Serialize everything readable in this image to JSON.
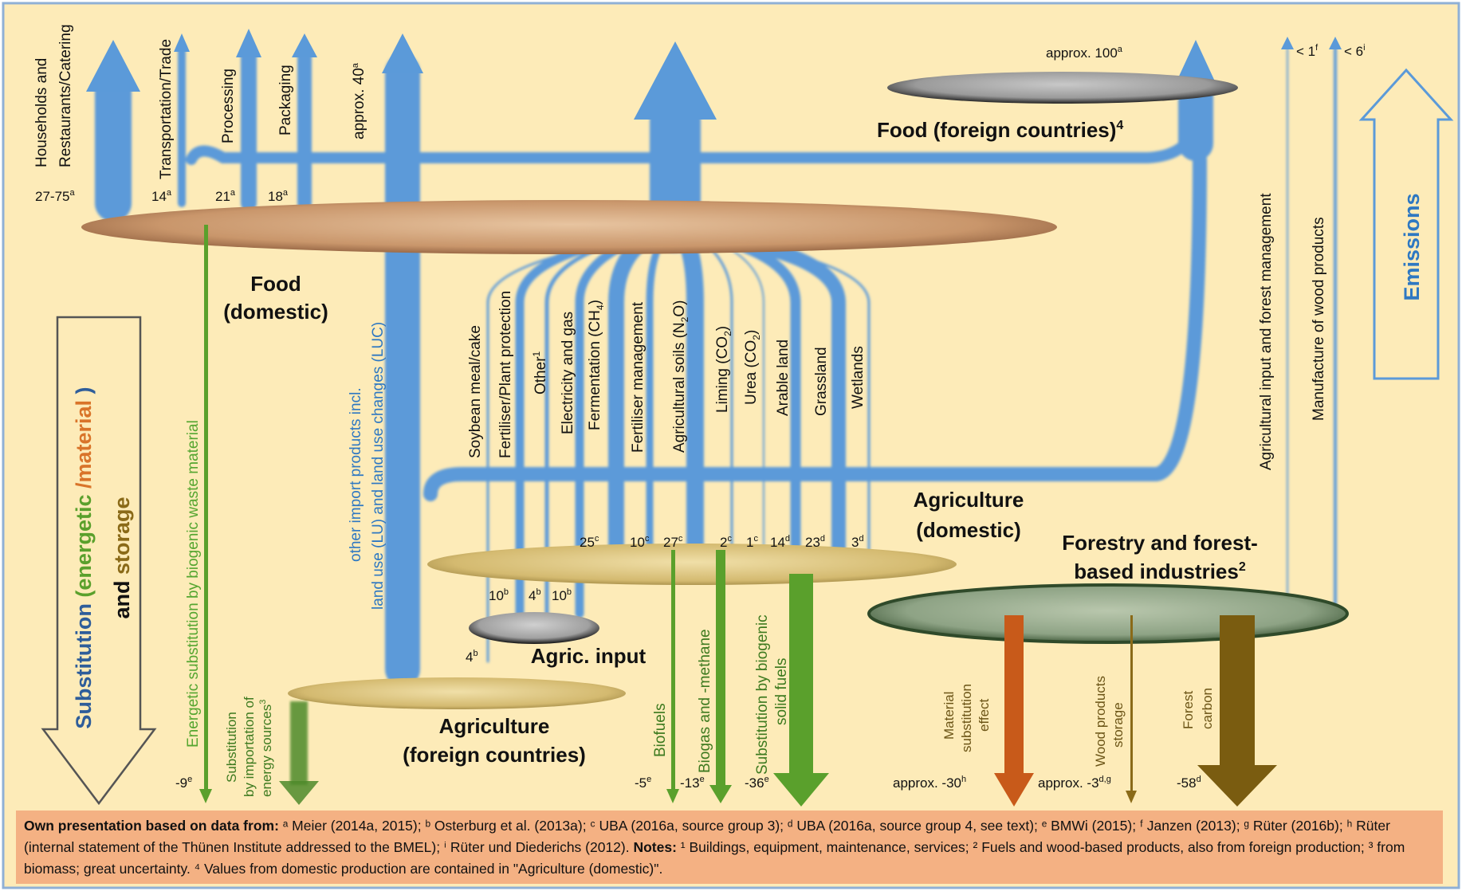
{
  "colors": {
    "background": "#fdebb8",
    "emission_blue": "#5b9ad9",
    "substitution_green": "#5aa02c",
    "orange_arrow": "#c85a1a",
    "brown_arrow": "#7a5c10",
    "food_plate": "#c9966b",
    "agri_plate": "#d8c07a",
    "forestry_plate": "#7a9a7a"
  },
  "sectors": {
    "food_domestic": [
      "Food",
      "(domestic)"
    ],
    "food_foreign": "Food (foreign countries)",
    "food_foreign_sup": "4",
    "agriculture_domestic": [
      "Agriculture",
      "(domestic)"
    ],
    "agriculture_foreign": [
      "Agriculture",
      "(foreign countries)"
    ],
    "forestry": [
      "Forestry and forest-",
      "based industries"
    ],
    "forestry_sup": "2",
    "agric_input": "Agric. input"
  },
  "side_labels": {
    "emissions": "Emissions",
    "substitution_1": "Substitution",
    "substitution_2": "(energetic",
    "substitution_3": "/material",
    "substitution_4": ")",
    "substitution_5": "and ",
    "substitution_6": "storage"
  },
  "food_emissions": [
    {
      "label_1": "Households  and",
      "label_2": "Restaurants/Catering",
      "value": "27-75",
      "note": "a"
    },
    {
      "label_1": "Transportation/Trade",
      "value": "14",
      "note": "a"
    },
    {
      "label_1": "Processing",
      "value": "21",
      "note": "a"
    },
    {
      "label_1": "Packaging",
      "value": "18",
      "note": "a"
    }
  ],
  "food_foreign_value": {
    "value": "approx. 100",
    "note": "a"
  },
  "import_flow": {
    "value": "approx. 40",
    "note": "a",
    "label_1": "other import products incl.",
    "label_2": "land use (LU) and land use changes (LUC)"
  },
  "agri_input_flows": [
    {
      "value": "4",
      "note": "b",
      "label": "Soybean meal/cake"
    },
    {
      "value": "10",
      "note": "b",
      "label": "Fertiliser/Plant protection"
    },
    {
      "value": "4",
      "note": "b",
      "label": "Other",
      "label_sup": "1"
    },
    {
      "value": "10",
      "note": "b",
      "label": "Electricity and gas"
    }
  ],
  "agri_emissions": [
    {
      "label": "Fermentation (CH",
      "label_sub": "4",
      "label_end": ")",
      "value": "25",
      "note": "c"
    },
    {
      "label": "Fertiliser management",
      "value": "10",
      "note": "c"
    },
    {
      "label": "Agricultural soils (N",
      "label_sub": "2",
      "label_end": "O)",
      "value": "27",
      "note": "c"
    },
    {
      "label": "Liming (CO",
      "label_sub": "2",
      "label_end": ")",
      "value": "2",
      "note": "c"
    },
    {
      "label": "Urea (CO",
      "label_sub": "2",
      "label_end": ")",
      "value": "1",
      "note": "c"
    },
    {
      "label": "Arable land",
      "value": "14",
      "note": "d"
    },
    {
      "label": "Grassland",
      "value": "23",
      "note": "d"
    },
    {
      "label": "Wetlands",
      "value": "3",
      "note": "d"
    }
  ],
  "forestry_emissions": [
    {
      "label": "Agricultural input and forest management",
      "value": "< 1",
      "note": "f"
    },
    {
      "label": "Manufacture of wood products",
      "value": "<  6",
      "note": "i"
    }
  ],
  "substitution_flows": [
    {
      "label": "Energetic substitution by biogenic waste material",
      "value": "-9",
      "note": "e"
    },
    {
      "label_1": "Substitution",
      "label_2": "by importation of",
      "label_3": "energy sources",
      "label_sup": "3"
    },
    {
      "label": "Biofuels",
      "value": "-5",
      "note": "e"
    },
    {
      "label": "Biogas and -methane",
      "value": "-13",
      "note": "e"
    },
    {
      "label_1": "Substitution by biogenic",
      "label_2": "solid fuels",
      "value": "-36",
      "note": "e"
    },
    {
      "label_1": "Material",
      "label_2": "substitution",
      "label_3": "effect",
      "value": "approx. -30",
      "note": "h"
    },
    {
      "label_1": "Wood products",
      "label_2": "storage",
      "value": "approx. -3",
      "note": "d,g"
    },
    {
      "label_1": "Forest",
      "label_2": "carbon",
      "value": "-58",
      "note": "d"
    }
  ],
  "footnotes": {
    "lead": "Own presentation based on data from:",
    "sources": " ᵃ Meier (2014a, 2015); ᵇ  Osterburg et al. (2013a); ᶜ  UBA (2016a, source group 3); ᵈ UBA (2016a, source group 4, see text); ᵉ  BMWi  (2015); ᶠ Janzen (2013); ᵍ Rüter (2016b); ʰ Rüter (internal statement of the Thünen Institute addressed to the BMEL); ⁱ Rüter und Diederichs (2012). ",
    "notes_lead": "Notes:",
    "notes": " ¹  Buildings, equipment, maintenance, services; ²  Fuels and wood-based products, also from foreign production; ³ from biomass; great uncertainty. ⁴ Values from domestic production are contained in \"Agriculture (domestic)\"."
  }
}
